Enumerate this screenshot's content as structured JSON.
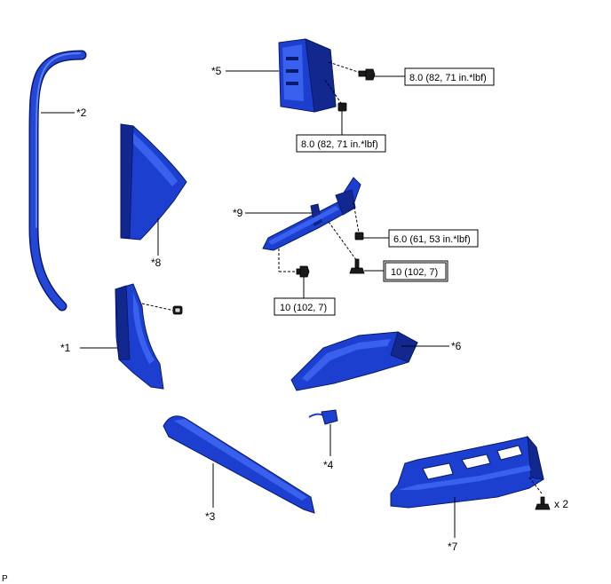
{
  "labels": {
    "p1": "*1",
    "p2": "*2",
    "p3": "*3",
    "p4": "*4",
    "p5": "*5",
    "p6": "*6",
    "p7": "*7",
    "p8": "*8",
    "p9": "*9"
  },
  "torque": {
    "t1": "8.0 (82, 71 in.*lbf)",
    "t2": "8.0 (82, 71 in.*lbf)",
    "t3": "6.0 (61, 53 in.*lbf)",
    "t4": "10 (102, 7)",
    "t5": "10 (102, 7)"
  },
  "quantity": "x 2",
  "corner_mark": "P",
  "colors": {
    "part_blue": "#1d3fd0",
    "outline": "#0a1a70"
  }
}
